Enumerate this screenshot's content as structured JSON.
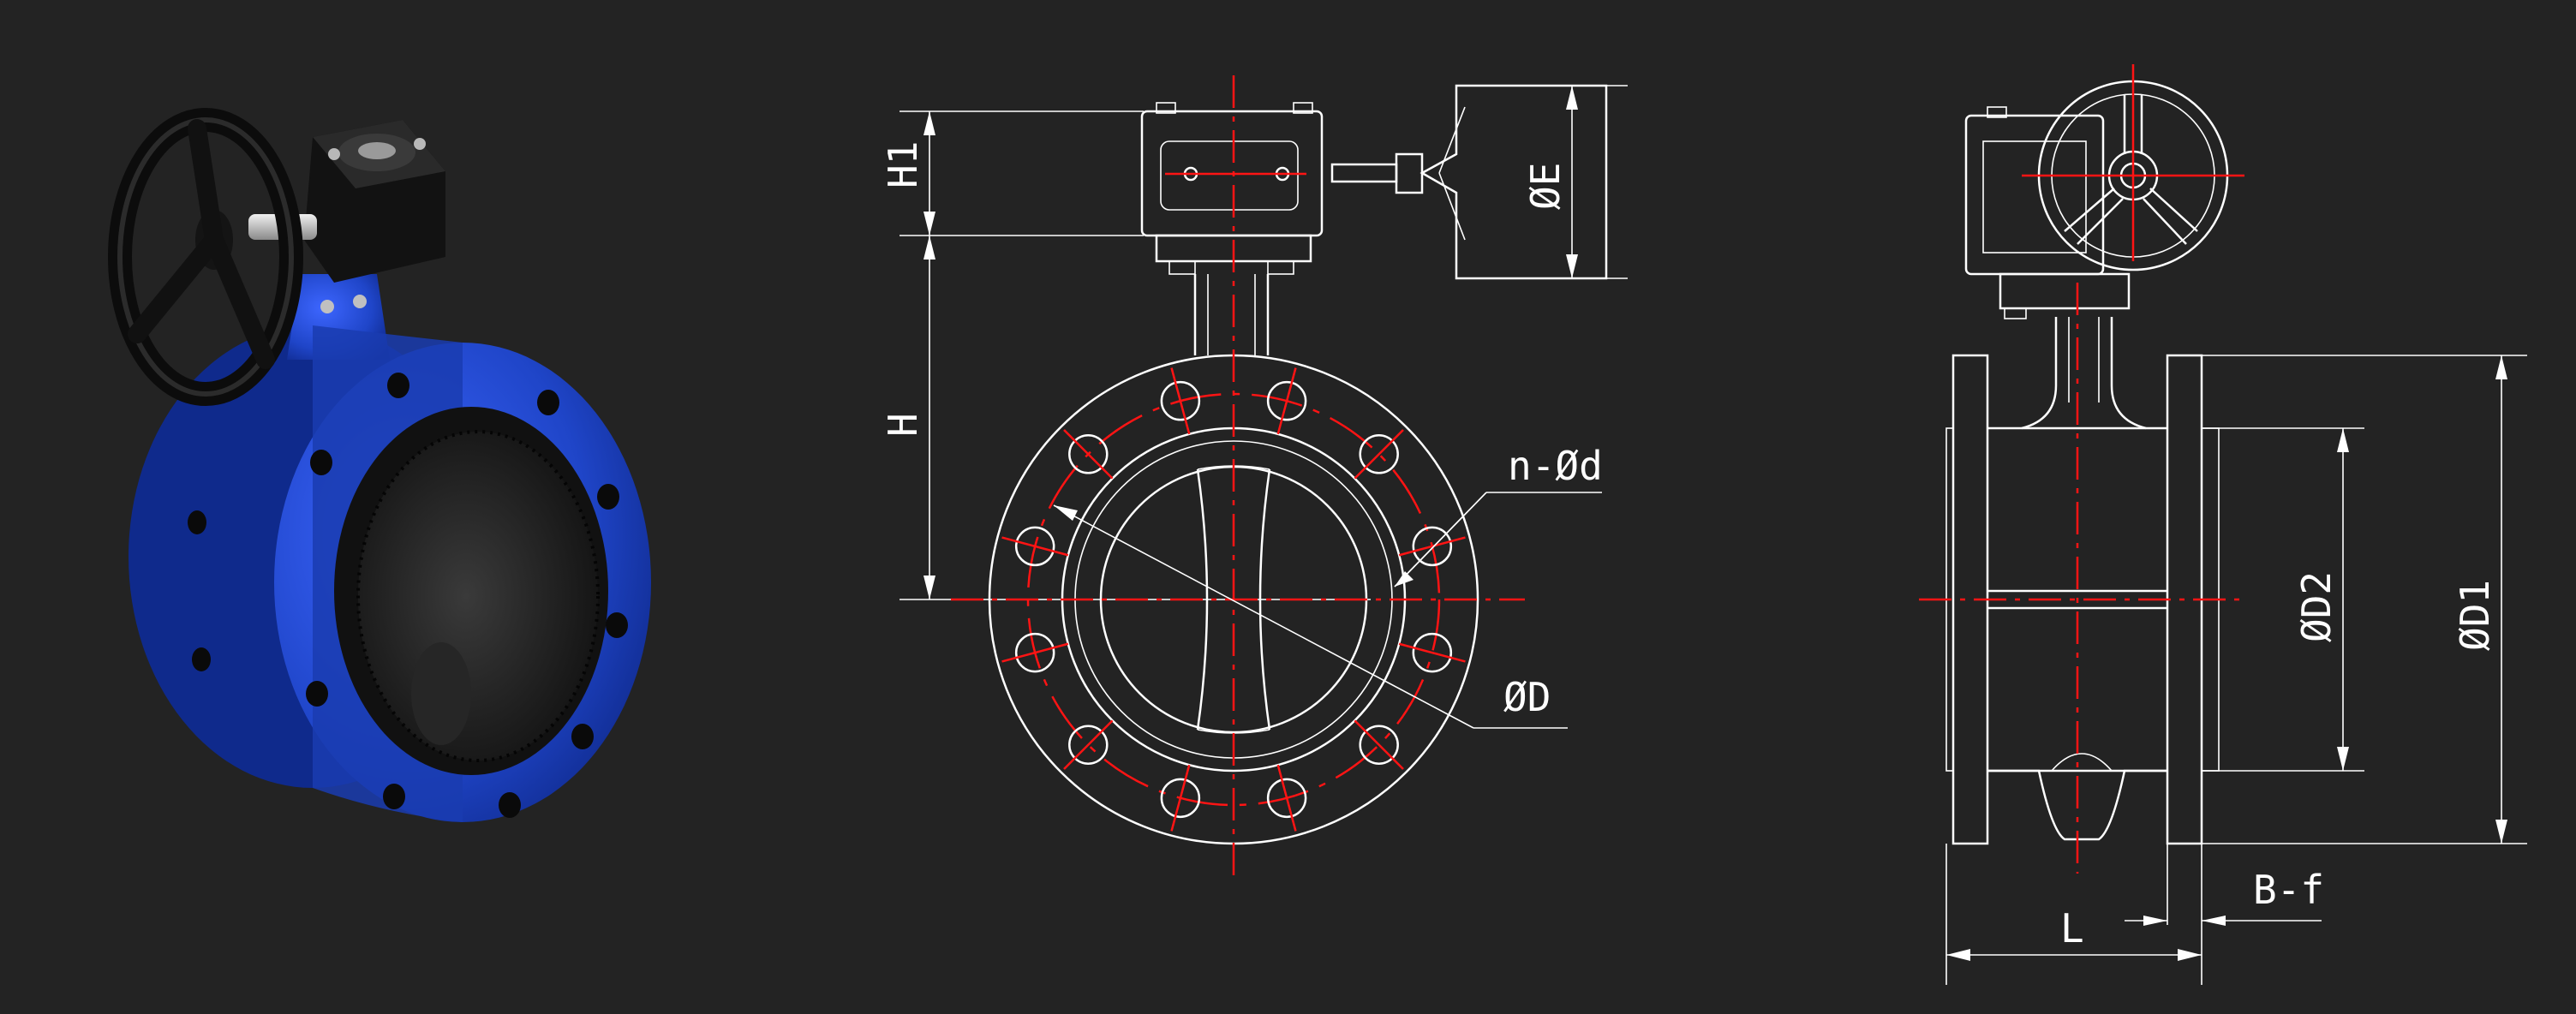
{
  "colors": {
    "background": "#232323",
    "line": "#ffffff",
    "centerline": "#ff1414",
    "valve_body": "#1f45c8",
    "valve_body_dark": "#0c2480",
    "actuator": "#101010",
    "seal": "#1a1a1a"
  },
  "photo": {
    "icon": "butterfly-valve-photo-icon"
  },
  "front_view": {
    "labels": {
      "h1": "H1",
      "h": "H",
      "phi_e": "ØE",
      "n_phi_d": "n-Ød",
      "phi_d": "ØD"
    },
    "bolt_hole_count": 12
  },
  "side_view": {
    "labels": {
      "phi_d2": "ØD2",
      "phi_d1": "ØD1",
      "l": "L",
      "b_f": "B-f"
    }
  }
}
